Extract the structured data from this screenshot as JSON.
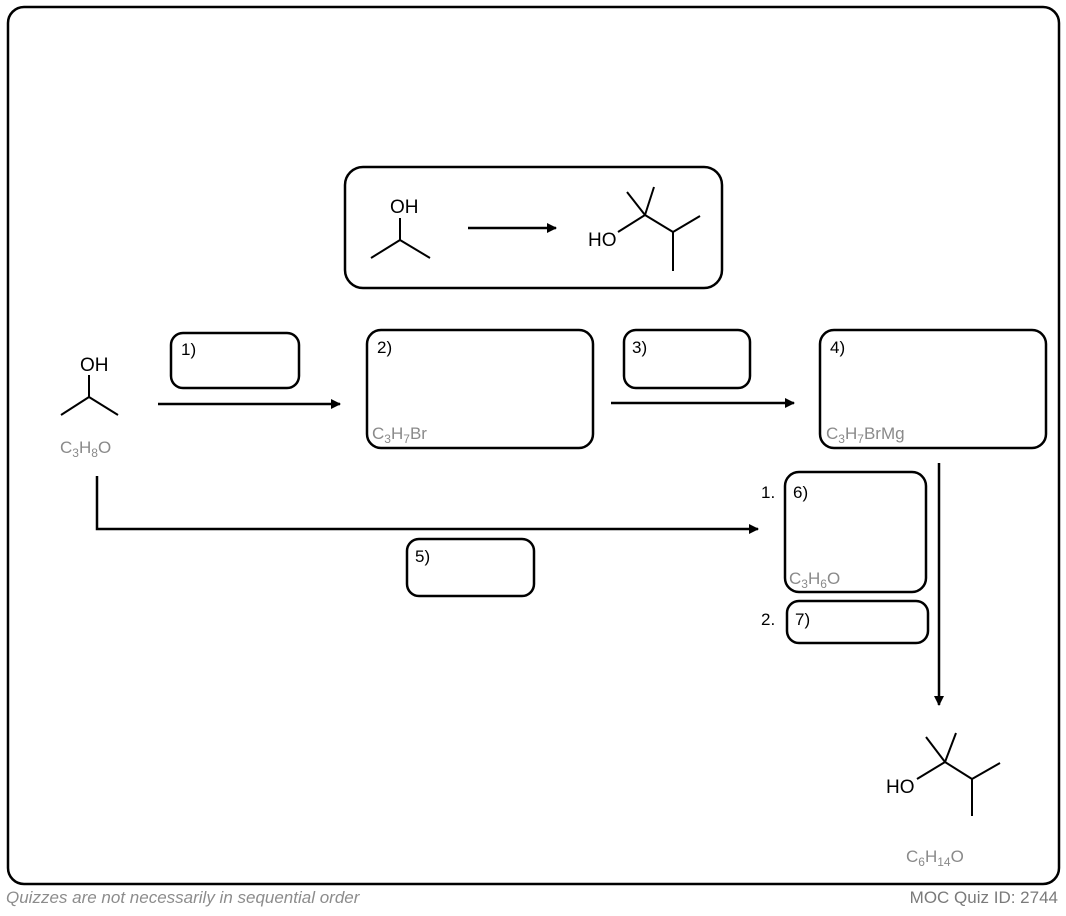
{
  "start": {
    "oh_label": "OH",
    "formula": {
      "main": "C",
      "s1": "3",
      "m2": "H",
      "s2": "8",
      "m3": "O"
    }
  },
  "summary_box": {
    "start_oh": "OH",
    "product_ho": "HO"
  },
  "steps": {
    "s1": "1)",
    "s2": {
      "label": "2)",
      "formula": {
        "main": "C",
        "s1": "3",
        "m2": "H",
        "s2": "7",
        "m3": "Br"
      }
    },
    "s3": "3)",
    "s4": {
      "label": "4)",
      "formula": {
        "main": "C",
        "s1": "3",
        "m2": "H",
        "s2": "7",
        "m3": "BrMg"
      }
    },
    "s5": "5)",
    "s6": {
      "prefix": "1.",
      "label": "6)",
      "formula": {
        "main": "C",
        "s1": "3",
        "m2": "H",
        "s2": "6",
        "m3": "O"
      }
    },
    "s7": {
      "prefix": "2.",
      "label": "7)"
    }
  },
  "product": {
    "ho_label": "HO",
    "formula": {
      "main": "C",
      "s1": "6",
      "m2": "H",
      "s2": "14",
      "m3": "O"
    }
  },
  "footer": {
    "left": "Quizzes are not necessarily in sequential order",
    "right": "MOC Quiz ID: 2744"
  },
  "colors": {
    "formula_gray": "#8a8a8a",
    "line": "#000000"
  }
}
